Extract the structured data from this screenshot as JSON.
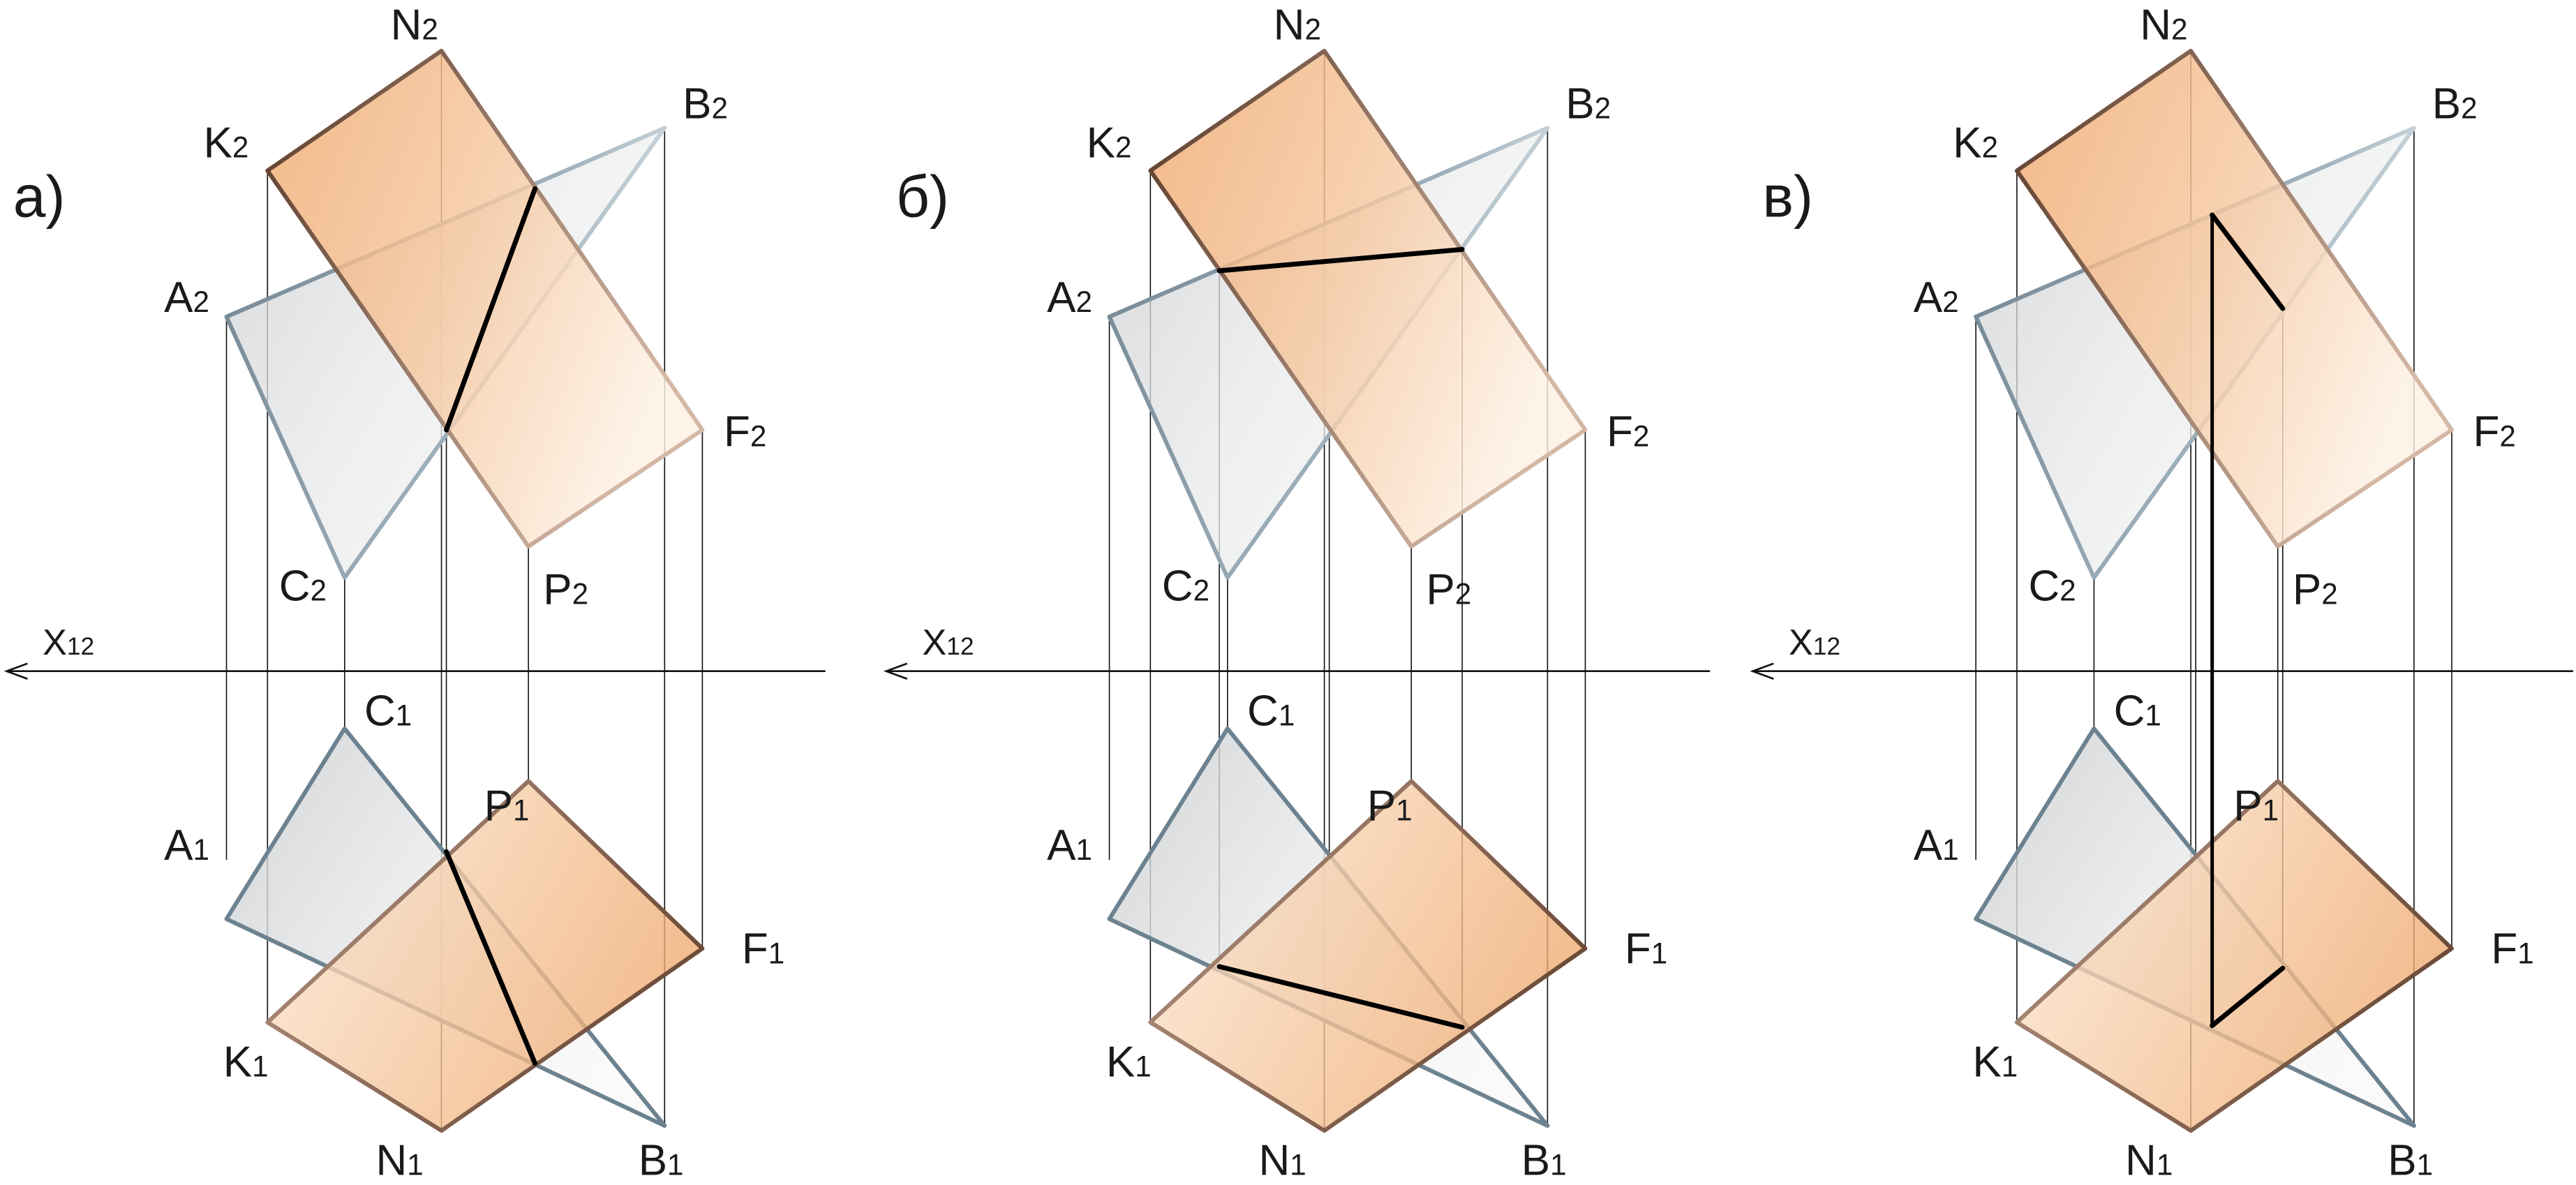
{
  "axis_label": "X12",
  "colors": {
    "plane_light": "#fdeede",
    "plane_dark": "#efaa70",
    "plane_edge": "#7a5642",
    "triangle_light": "#f6f6f6",
    "triangle_dark": "#c9cdd1",
    "triangle_edge": "#6d8290",
    "line": "#111111",
    "intersection": "#000000"
  },
  "panels": [
    {
      "label": "а)"
    },
    {
      "label": "б)"
    },
    {
      "label": "в)"
    }
  ],
  "points": {
    "N2": {
      "name": "N",
      "sub": "2"
    },
    "K2": {
      "name": "K",
      "sub": "2"
    },
    "B2": {
      "name": "B",
      "sub": "2"
    },
    "A2": {
      "name": "A",
      "sub": "2"
    },
    "F2": {
      "name": "F",
      "sub": "2"
    },
    "C2": {
      "name": "C",
      "sub": "2"
    },
    "P2": {
      "name": "P",
      "sub": "2"
    },
    "C1": {
      "name": "C",
      "sub": "1"
    },
    "P1": {
      "name": "P",
      "sub": "1"
    },
    "A1": {
      "name": "A",
      "sub": "1"
    },
    "F1": {
      "name": "F",
      "sub": "1"
    },
    "K1": {
      "name": "K",
      "sub": "1"
    },
    "N1": {
      "name": "N",
      "sub": "1"
    },
    "B1": {
      "name": "B",
      "sub": "1"
    }
  }
}
